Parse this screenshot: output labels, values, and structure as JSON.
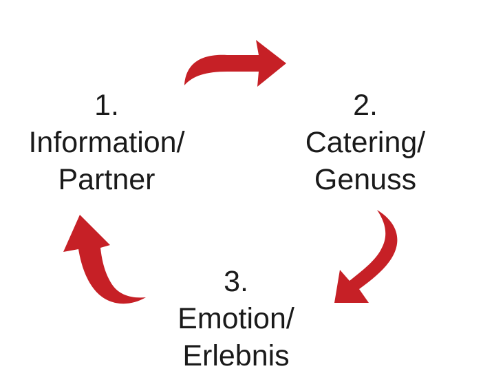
{
  "diagram": {
    "type": "cycle",
    "arrow_color": "#c62026",
    "text_color": "#1a1a1a",
    "steps": [
      {
        "number": "1.",
        "line1": "Information/",
        "line2": "Partner"
      },
      {
        "number": "2.",
        "line1": "Catering/",
        "line2": "Genuss"
      },
      {
        "number": "3.",
        "line1": "Emotion/",
        "line2": "Erlebnis"
      }
    ],
    "flow": [
      "1 → 2",
      "2 → 3",
      "3 → 1"
    ]
  }
}
